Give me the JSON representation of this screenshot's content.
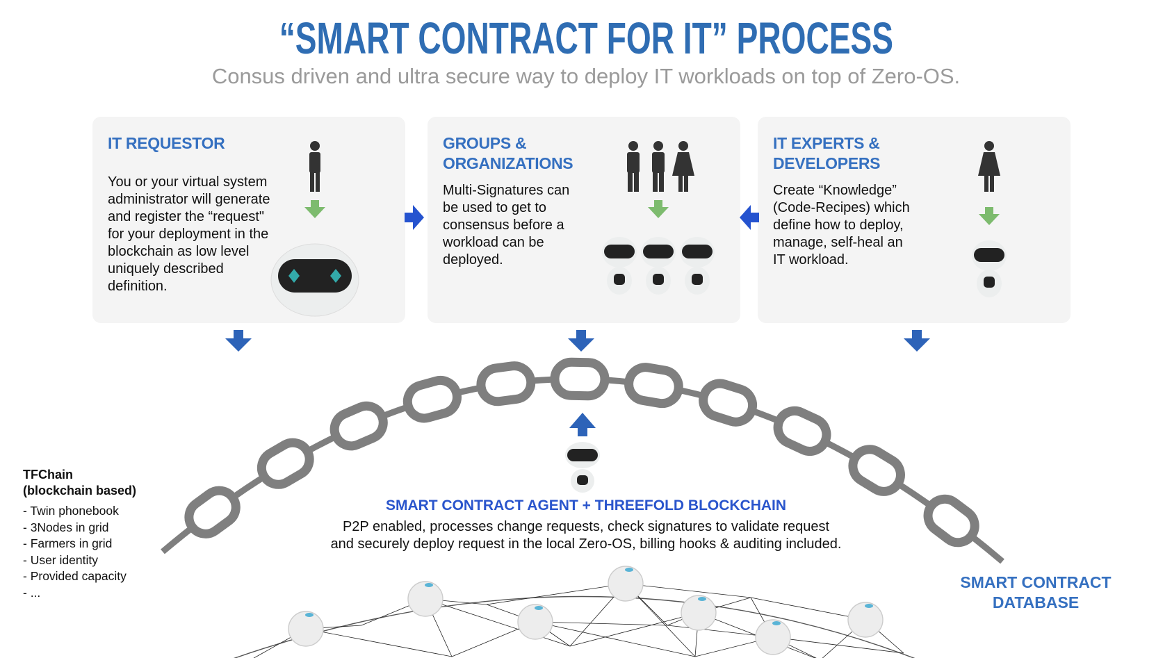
{
  "title": "“SMART CONTRACT FOR IT” PROCESS",
  "subtitle": "Consus driven and ultra secure way to deploy IT workloads on top of Zero-OS.",
  "boxes": [
    {
      "title": "IT REQUESTOR",
      "body": [
        "You or your virtual system",
        "administrator will generate",
        "and register the “request\"",
        "for your deployment in the",
        "blockchain as low level",
        "uniquely described",
        "definition."
      ]
    },
    {
      "title": [
        "GROUPS &",
        "ORGANIZATIONS"
      ],
      "body": [
        "Multi-Signatures can",
        "be used to get to",
        "consensus before a",
        "workload can be",
        "deployed."
      ]
    },
    {
      "title": [
        "IT EXPERTS &",
        "DEVELOPERS"
      ],
      "body": [
        "Create “Knowledge”",
        "(Code-Recipes) which",
        "define how to deploy,",
        "manage, self-heal an",
        "IT workload."
      ]
    }
  ],
  "agent": {
    "title": "SMART CONTRACT AGENT + THREEFOLD BLOCKCHAIN",
    "desc": [
      "P2P enabled, processes change requests, check signatures to validate request",
      "and securely deploy request in the local Zero-OS, billing hooks & auditing included."
    ]
  },
  "tfchain": {
    "title": "TFChain",
    "subtitle": "(blockchain based)",
    "items": [
      "- Twin phonebook",
      "- 3Nodes in grid",
      "- Farmers in grid",
      "- User identity",
      "- Provided capacity",
      "- ..."
    ]
  },
  "database": [
    "SMART CONTRACT",
    "DATABASE"
  ],
  "colors": {
    "title": "#2f6db3",
    "arrow_blue": "#2553cf",
    "arrow_green": "#7dbb6e",
    "chain": "#7f7f7f",
    "box": "#f4f4f4"
  }
}
